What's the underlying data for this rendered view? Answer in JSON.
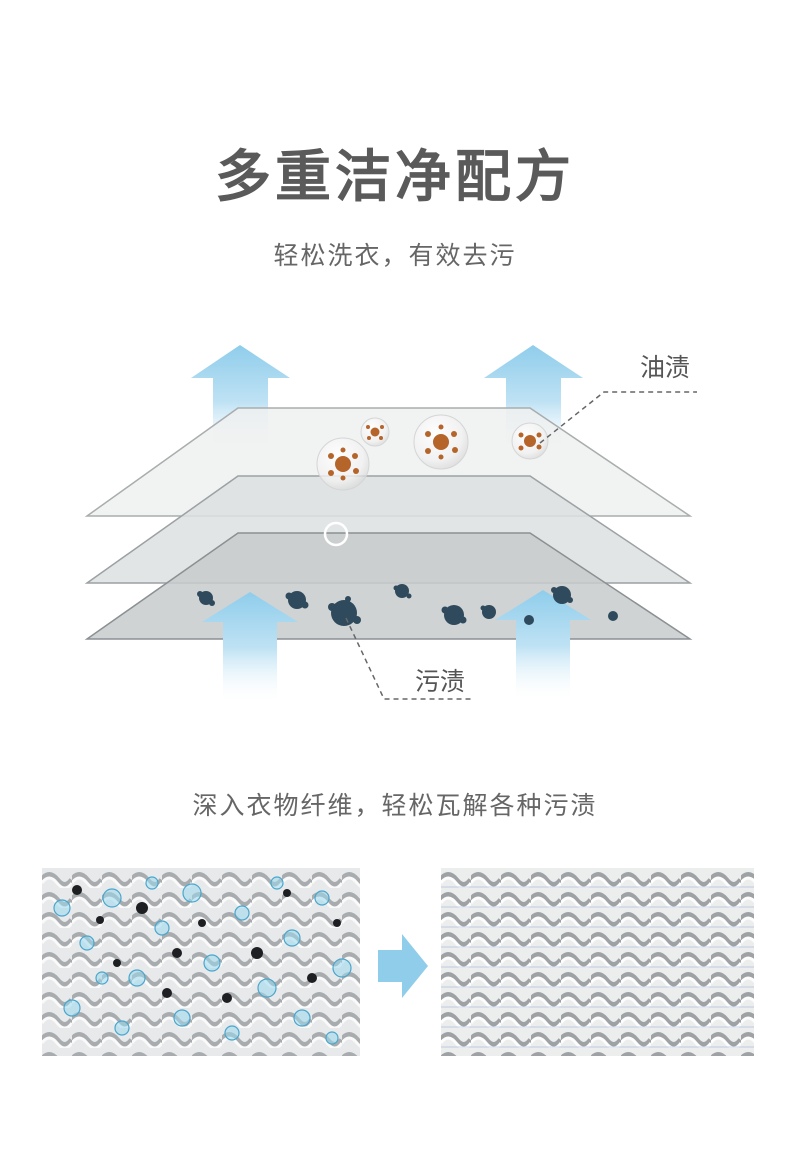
{
  "title": "多重洁净配方",
  "subtitle": "轻松洗衣，有效去污",
  "diagram": {
    "label_oil": "油渍",
    "label_dirt": "污渍"
  },
  "caption": "深入衣物纤维，轻松瓦解各种污渍",
  "comparison": {
    "before_image": "fabric-with-dirt-and-bubbles",
    "after_image": "clean-fabric",
    "arrow_icon": "arrow-right-icon"
  },
  "colors": {
    "title": "#5a5a5a",
    "arrow_blue": "#8fcdeb",
    "oil_stain": "#b5642a",
    "dirt_stain": "#2f4a5c"
  }
}
